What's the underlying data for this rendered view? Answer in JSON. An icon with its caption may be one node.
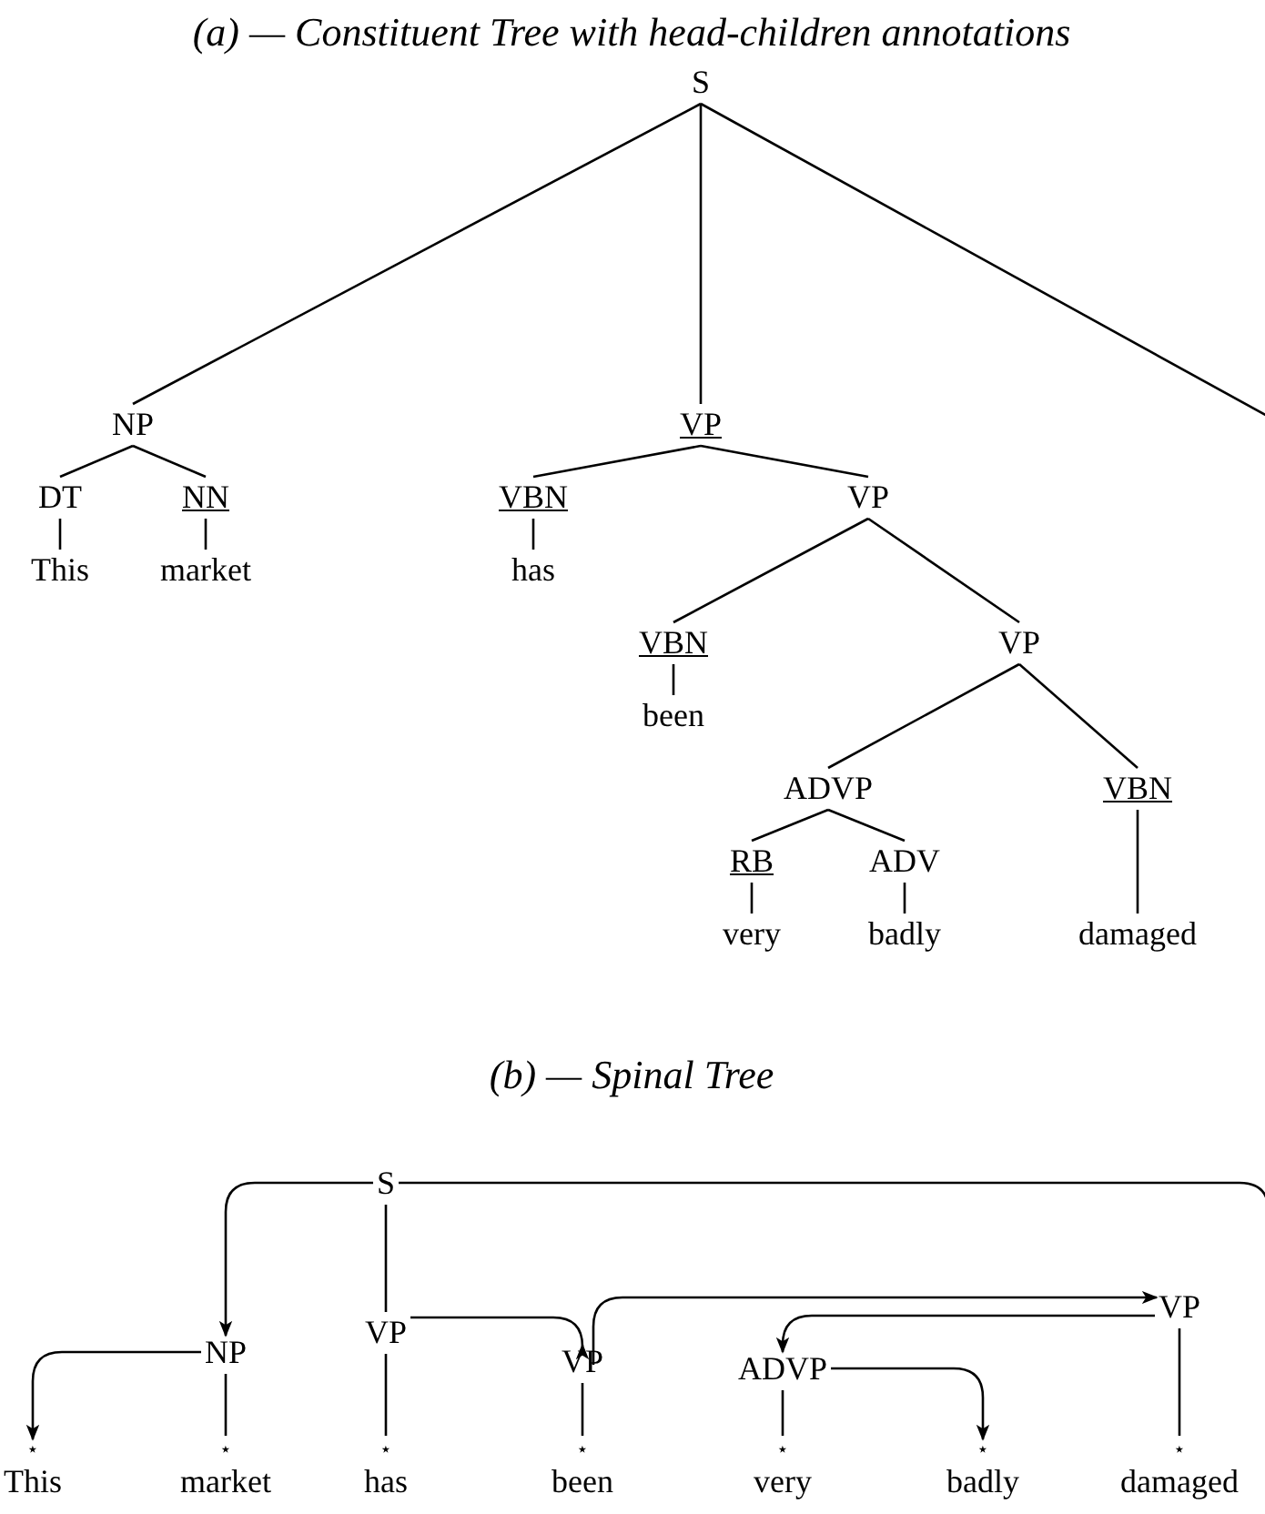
{
  "diagram": {
    "title": "(a) — Constituent Tree with head-children annotations",
    "nodes": [
      {
        "text": [
          "S"
        ]
      },
      {
        "text": [
          "NP"
        ]
      },
      {
        "text": [
          "VP"
        ]
      },
      {
        "text": [
          "DT"
        ]
      },
      {
        "text": [
          "NN"
        ]
      },
      {
        "text": [
          "This"
        ]
      },
      {
        "text": [
          "market"
        ]
      },
      {
        "text": [
          "VBN"
        ]
      },
      {
        "text": [
          "VP"
        ]
      },
      {
        "text": [
          "has"
        ]
      },
      {
        "text": [
          "VBN"
        ]
      },
      {
        "text": [
          "VP"
        ]
      },
      {
        "text": [
          "been"
        ]
      },
      {
        "text": [
          "ADVP"
        ]
      },
      {
        "text": [
          "VBN"
        ]
      },
      {
        "text": [
          "RB"
        ]
      },
      {
        "text": [
          "ADV"
        ]
      },
      {
        "text": [
          "very"
        ]
      },
      {
        "text": [
          "badly"
        ]
      },
      {
        "text": [
          "damaged"
        ]
      },
      {
        "text": [
          "S"
        ]
      },
      {
        "text": [
          "VP"
        ]
      },
      {
        "text": [
          "NP"
        ]
      },
      {
        "text": [
          "VP"
        ]
      },
      {
        "text": [
          "VP"
        ]
      },
      {
        "text": [
          "ADVP"
        ]
      },
      {
        "text": [
          "⋆",
          "This"
        ]
      },
      {
        "text": [
          "⋆",
          "market"
        ]
      },
      {
        "text": [
          "⋆",
          "has"
        ]
      },
      {
        "text": [
          "⋆",
          "been"
        ]
      },
      {
        "text": [
          "⋆",
          "very"
        ]
      },
      {
        "text": [
          "⋆",
          "badly"
        ]
      },
      {
        "text": [
          "⋆",
          "damaged"
        ]
      }
    ],
    "edges": [
      {
        "from": 0,
        "to": 1,
        "arrow": "none"
      },
      {
        "from": 0,
        "to": 2,
        "arrow": "none"
      },
      {
        "from": 0,
        "to": null,
        "arrow": "none"
      },
      {
        "from": 1,
        "to": 3,
        "arrow": "none"
      },
      {
        "from": 1,
        "to": 4,
        "arrow": "none"
      },
      {
        "from": 3,
        "to": 5,
        "arrow": "none"
      },
      {
        "from": 4,
        "to": 6,
        "arrow": "none"
      },
      {
        "from": 2,
        "to": 7,
        "arrow": "none"
      },
      {
        "from": 2,
        "to": 8,
        "arrow": "none"
      },
      {
        "from": 7,
        "to": 9,
        "arrow": "none"
      },
      {
        "from": 8,
        "to": 10,
        "arrow": "none"
      },
      {
        "from": 8,
        "to": 11,
        "arrow": "none"
      },
      {
        "from": 10,
        "to": 12,
        "arrow": "none"
      },
      {
        "from": 11,
        "to": 13,
        "arrow": "none"
      },
      {
        "from": 11,
        "to": 14,
        "arrow": "none"
      },
      {
        "from": 13,
        "to": 15,
        "arrow": "none"
      },
      {
        "from": 13,
        "to": 16,
        "arrow": "none"
      },
      {
        "from": 15,
        "to": 17,
        "arrow": "none"
      },
      {
        "from": 16,
        "to": 18,
        "arrow": "none"
      },
      {
        "from": 14,
        "to": 19,
        "arrow": "none"
      },
      {
        "from": 20,
        "to": 22,
        "arrow": "to"
      },
      {
        "from": 20,
        "to": 21,
        "arrow": "none"
      },
      {
        "from": 20,
        "to": null,
        "arrow": "none"
      },
      {
        "from": 22,
        "to": 26,
        "arrow": "to"
      },
      {
        "from": 22,
        "to": 27,
        "arrow": "none"
      },
      {
        "from": 21,
        "to": 23,
        "arrow": "to"
      },
      {
        "from": 21,
        "to": 28,
        "arrow": "none"
      },
      {
        "from": 23,
        "to": 24,
        "arrow": "to"
      },
      {
        "from": 23,
        "to": 29,
        "arrow": "none"
      },
      {
        "from": 24,
        "to": 25,
        "arrow": "to"
      },
      {
        "from": 24,
        "to": 32,
        "arrow": "none"
      },
      {
        "from": 25,
        "to": 31,
        "arrow": "to"
      },
      {
        "from": 25,
        "to": 30,
        "arrow": "none"
      }
    ],
    "labels": [
      "(b) — Spinal Tree"
    ]
  }
}
